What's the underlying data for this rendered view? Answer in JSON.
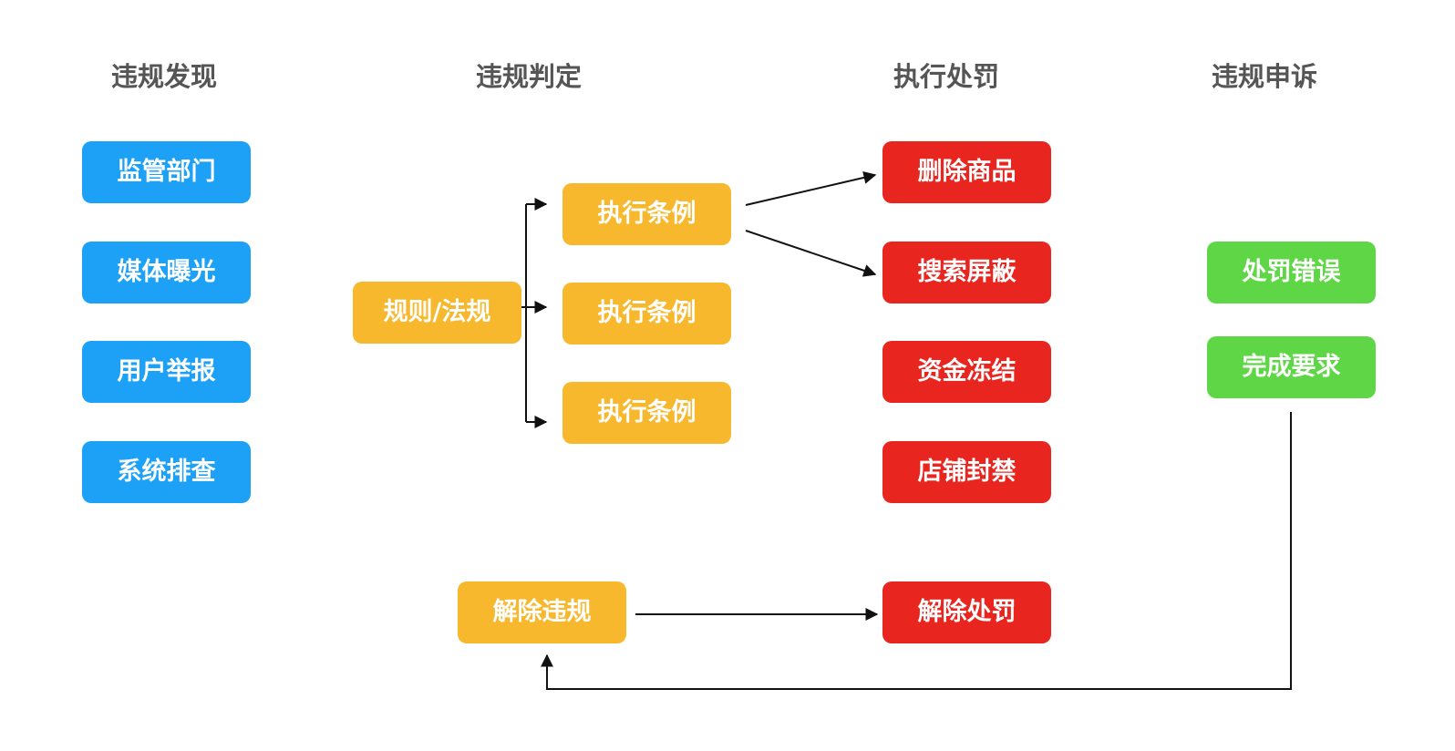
{
  "columns": {
    "discover": "违规发现",
    "judge": "违规判定",
    "punish": "执行处罚",
    "appeal": "违规申诉"
  },
  "discover": {
    "regulator": "监管部门",
    "media": "媒体曝光",
    "report": "用户举报",
    "system": "系统排查"
  },
  "judge": {
    "rules": "规则/法规",
    "exec1": "执行条例",
    "exec2": "执行条例",
    "exec3": "执行条例",
    "lift": "解除违规"
  },
  "punish": {
    "delete": "删除商品",
    "shield": "搜索屏蔽",
    "freeze": "资金冻结",
    "ban": "店铺封禁",
    "lift": "解除处罚"
  },
  "appeal": {
    "error": "处罚错误",
    "done": "完成要求"
  },
  "colors": {
    "discover": "#1da1f6",
    "judge": "#f7b82d",
    "punish": "#e8251f",
    "appeal": "#5fd646",
    "title": "#555555",
    "line": "#111111"
  }
}
